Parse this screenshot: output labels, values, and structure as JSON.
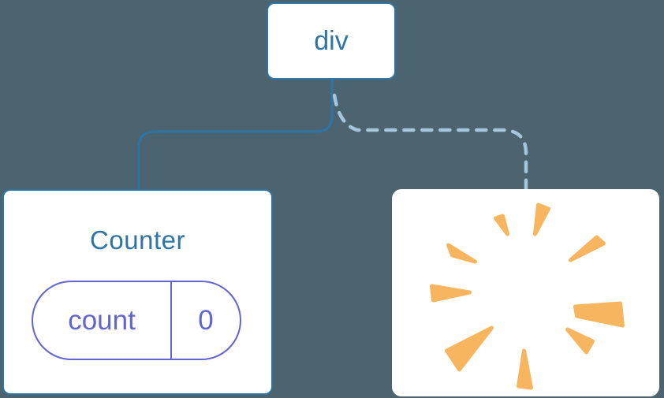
{
  "diagram": {
    "name": "component-tree",
    "nodes": {
      "root": {
        "label": "div"
      },
      "counter": {
        "title": "Counter",
        "state": {
          "key": "count",
          "value": "0"
        }
      },
      "removed": {
        "icon": "poof-burst-icon"
      }
    },
    "connectors": [
      {
        "from": "root",
        "to": "counter",
        "style": "solid"
      },
      {
        "from": "root",
        "to": "removed",
        "style": "dashed"
      }
    ]
  },
  "colors": {
    "background": "#4c646f",
    "node_blue": "#2e74a4",
    "state_purple": "#6264d0",
    "dashed_line": "#a6c4da",
    "poof_orange": "#f7b55f",
    "node_background": "#ffffff"
  }
}
